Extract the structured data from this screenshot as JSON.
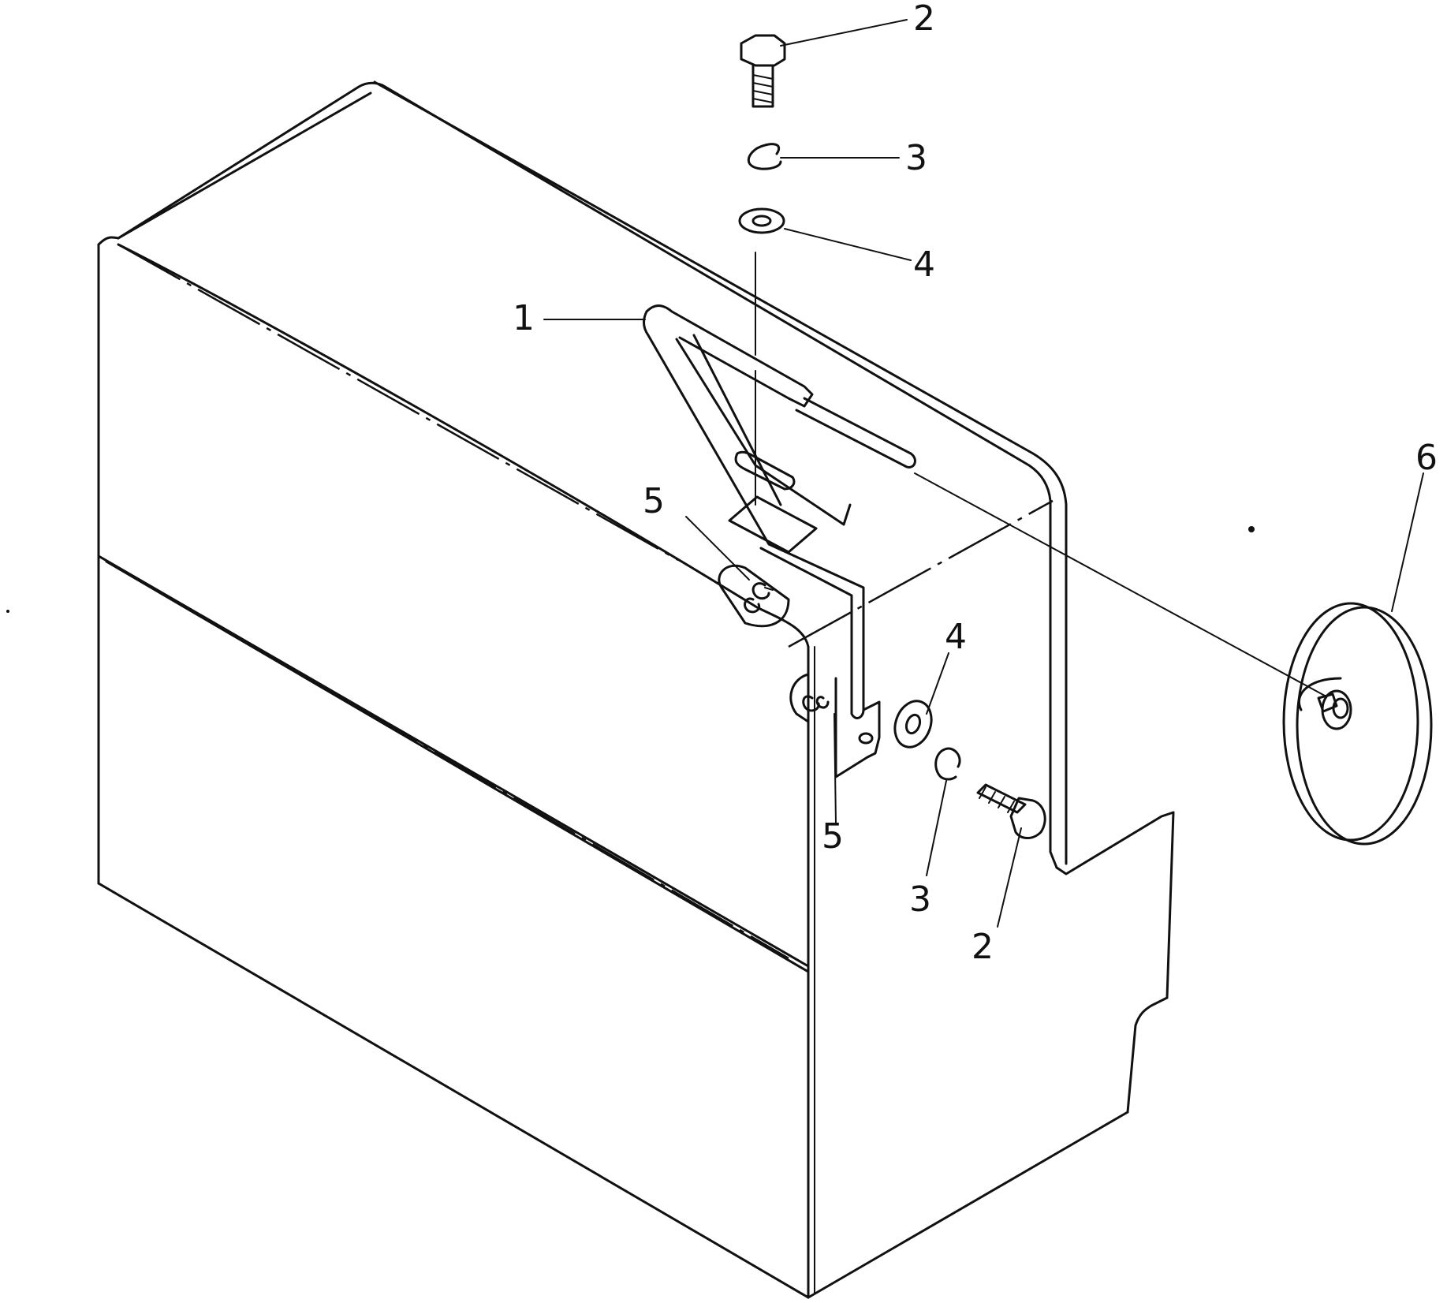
{
  "figure": {
    "callouts": [
      {
        "id": "c1",
        "label": "1"
      },
      {
        "id": "c2-top",
        "label": "2"
      },
      {
        "id": "c3-top",
        "label": "3"
      },
      {
        "id": "c4-top",
        "label": "4"
      },
      {
        "id": "c5-upper",
        "label": "5"
      },
      {
        "id": "c5-lower",
        "label": "5"
      },
      {
        "id": "c4-lower",
        "label": "4"
      },
      {
        "id": "c3-lower",
        "label": "3"
      },
      {
        "id": "c2-lower",
        "label": "2"
      },
      {
        "id": "c6",
        "label": "6"
      }
    ]
  }
}
